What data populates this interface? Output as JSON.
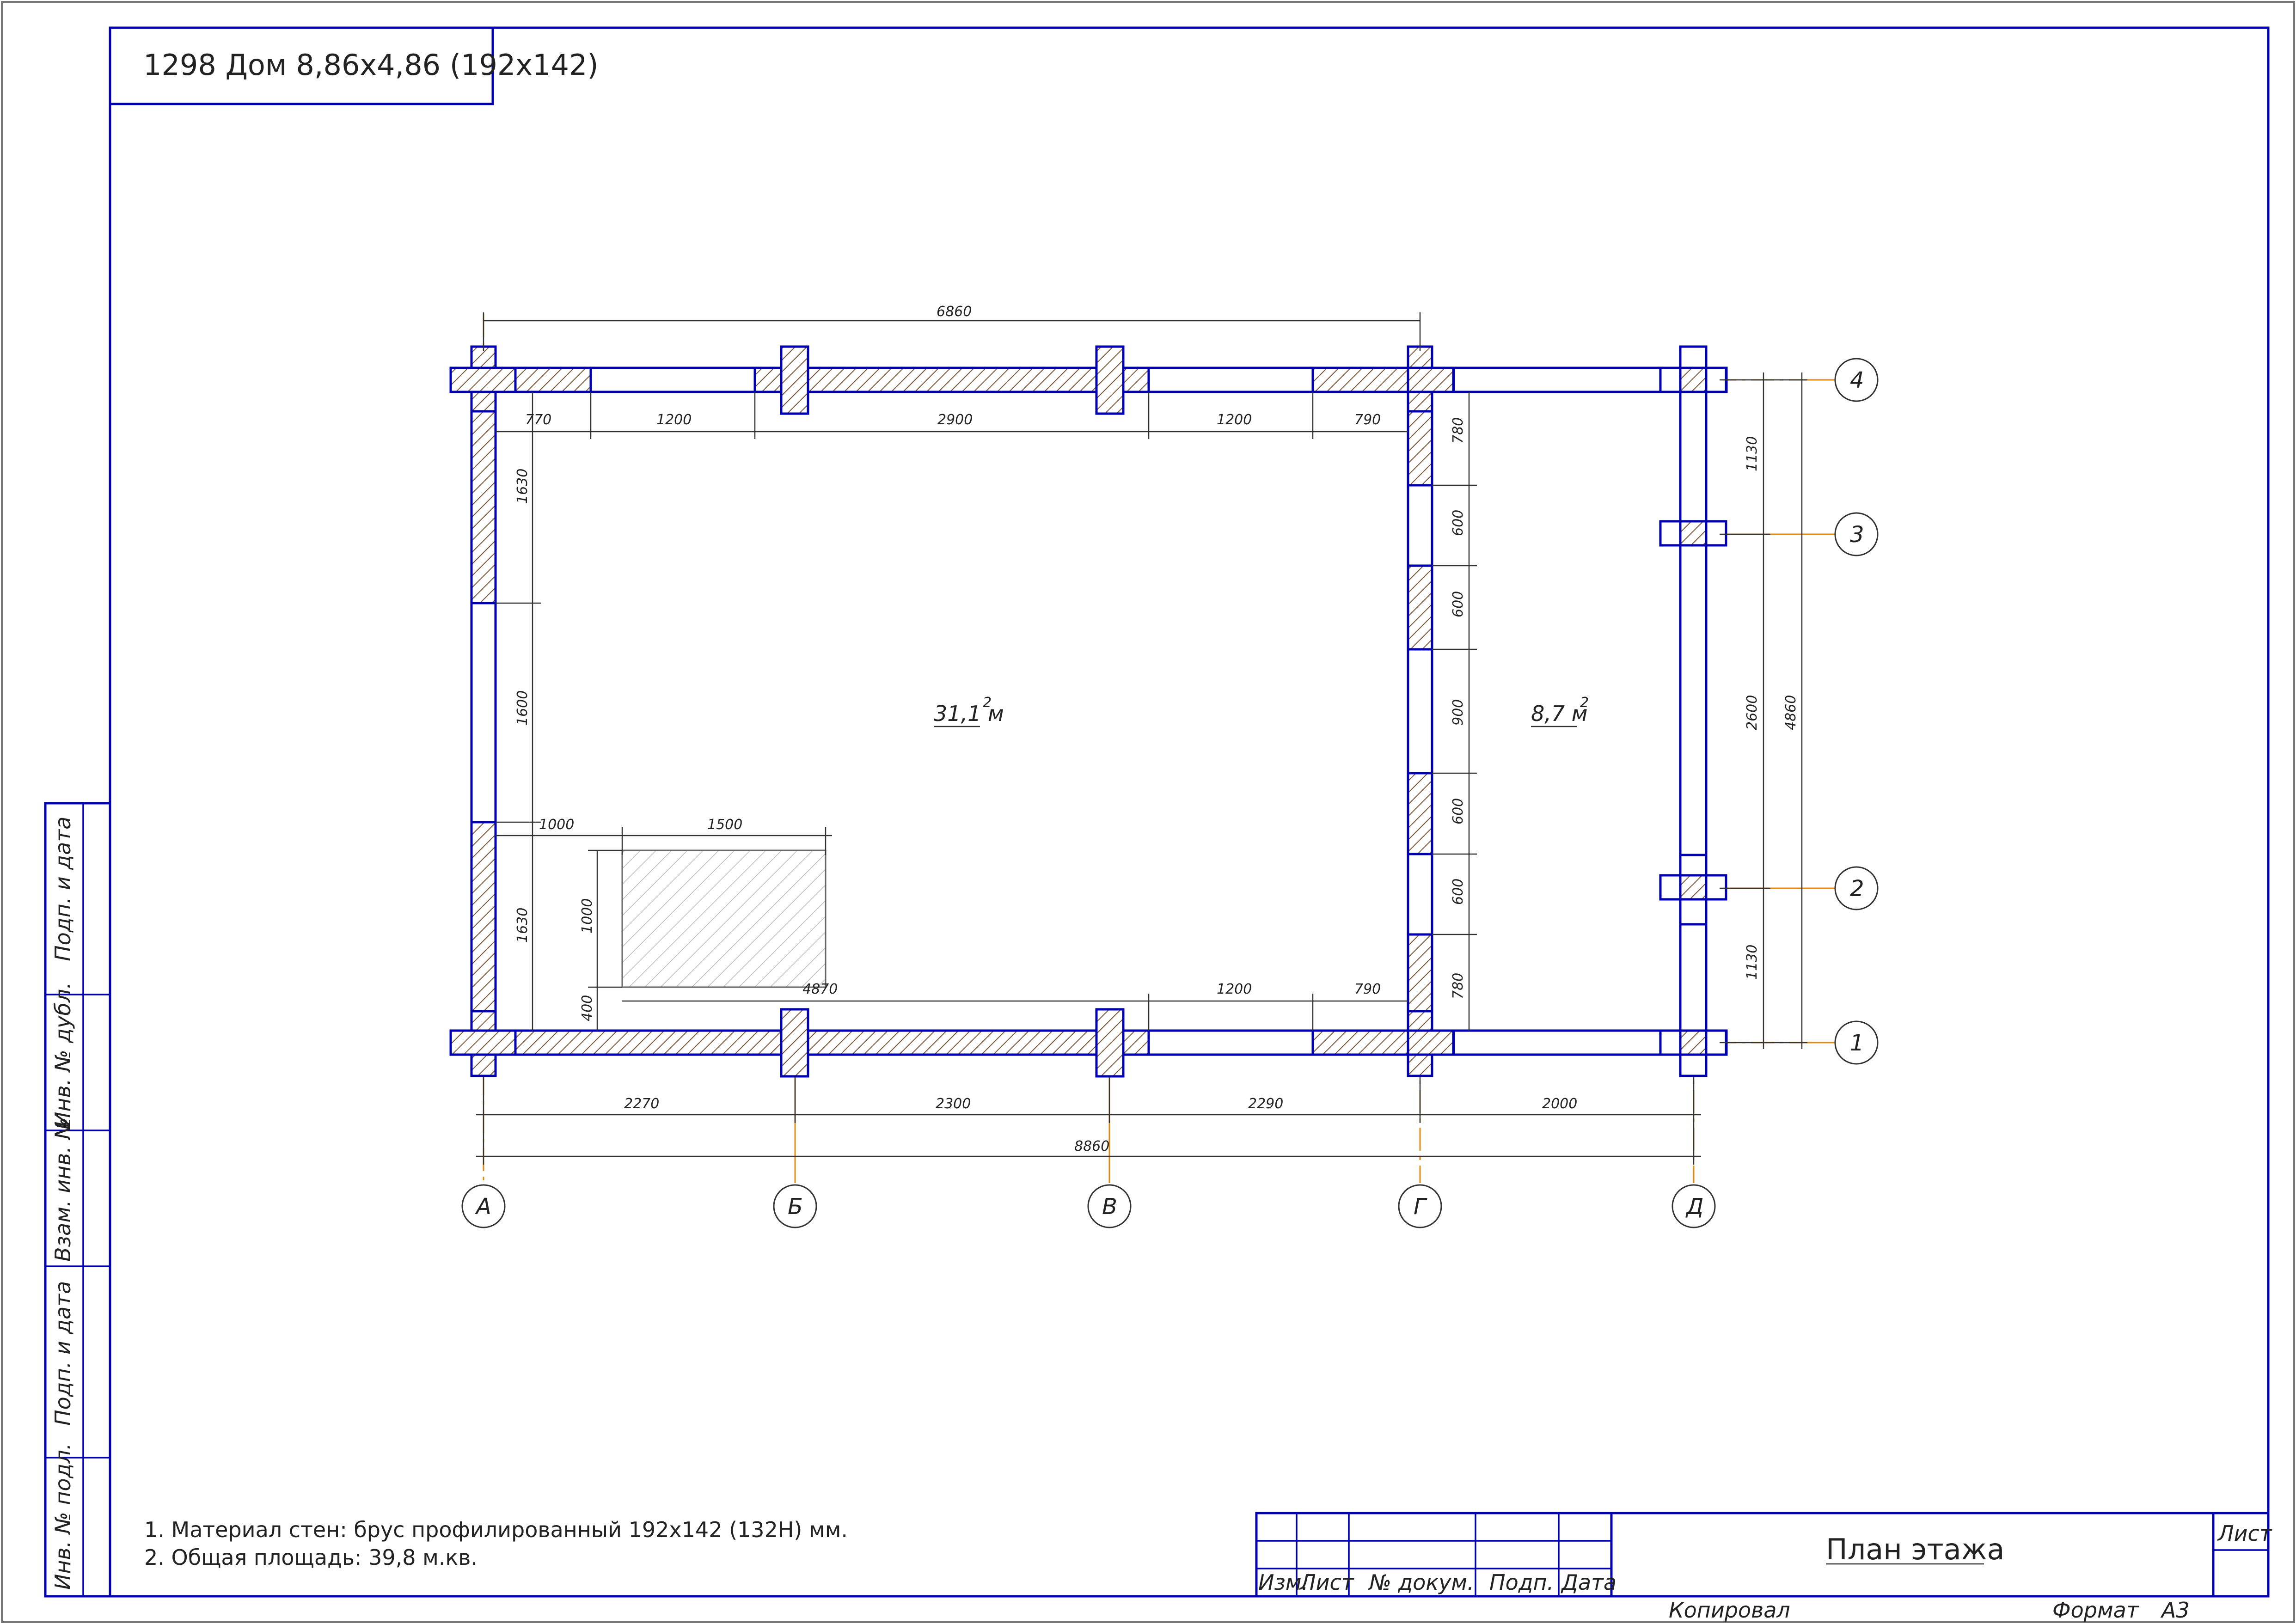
{
  "title_box": {
    "text": "1298 Дом 8,86х4,86 (192х142)"
  },
  "rooms": [
    {
      "area": "31,1 м",
      "sup": "2"
    },
    {
      "area": "8,7 м",
      "sup": "2"
    }
  ],
  "dimensions": {
    "top_overall": "6860",
    "top_segments": [
      "770",
      "1200",
      "2900",
      "1200",
      "790"
    ],
    "left_segments": [
      "1630",
      "1600",
      "1630"
    ],
    "right_inner": [
      "780",
      "600",
      "600",
      "900",
      "600",
      "600",
      "780"
    ],
    "right_axes": [
      "1130",
      "2600",
      "1130"
    ],
    "right_overall": "4860",
    "bottom_inner": [
      "1200",
      "790"
    ],
    "bottom_axes": [
      "2270",
      "2300",
      "2290",
      "2000"
    ],
    "bottom_overall": "8860",
    "stove": {
      "offset": "1000",
      "width": "1500",
      "depth": "1000",
      "gap": "400",
      "to_wall": "4870"
    }
  },
  "axes": {
    "letters": [
      "А",
      "Б",
      "В",
      "Г",
      "Д"
    ],
    "numbers": [
      "4",
      "3",
      "2",
      "1"
    ]
  },
  "notes": [
    "1. Материал стен: брус профилированный 192х142 (132Н) мм.",
    "2. Общая площадь: 39,8 м.кв."
  ],
  "side_stamp": [
    "Подп. и дата",
    "Инв. № дубл.",
    "Взам. инв. №",
    "Подп. и дата",
    "Инв. № подл."
  ],
  "title_block": {
    "headers": [
      "Изм.",
      "Лист",
      "№ докум.",
      "Подп.",
      "Дата"
    ],
    "drawing_name": "План этажа",
    "sheet_label": "Лист",
    "copied_label": "Копировал",
    "format_label": "Формат",
    "format_value": "А3"
  },
  "colors": {
    "walls": "#0000b0",
    "axes": "#e08a14",
    "text": "#222222"
  }
}
